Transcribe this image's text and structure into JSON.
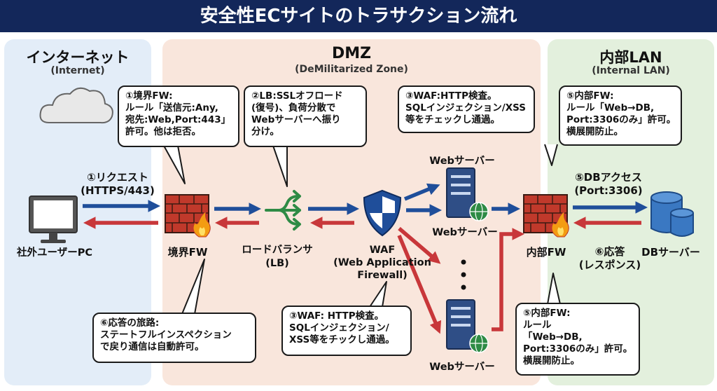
{
  "title": "安全性ECサイトのトラサクション流れ",
  "zones": {
    "internet": {
      "title": "インターネット",
      "subtitle": "(Internet)"
    },
    "dmz": {
      "title": "DMZ",
      "subtitle": "(DeMilitarized Zone)"
    },
    "lan": {
      "title": "内部LAN",
      "subtitle": "(Internal LAN)"
    }
  },
  "callouts": {
    "fw1": [
      "①境界FW:",
      "ルール「送信元:Any,",
      "宛先:Web,Port:443」",
      "許可。他は拒否。"
    ],
    "lb": [
      "②LB:SSLオフロード",
      "(復号)、負荷分散で",
      "Webサーバーへ振り",
      "分け。"
    ],
    "waf_top": [
      "③WAF:HTTP検査。",
      "SQLインジェクション/XSS",
      "等をチェックし通過。"
    ],
    "fw2_top": [
      "⑤内部FW:",
      "ルール「Web→DB,",
      "Port:3306のみ」許可。",
      "横展開防止。"
    ],
    "return": [
      "⑥応答の旅路:",
      "ステートフルインスペクション",
      "で戻り通信は自動許可。"
    ],
    "waf_bottom": [
      "③WAF: HTTP検査。",
      "SQLインジェクション/",
      "XSS等をチックし通過。"
    ],
    "fw2_bottom": [
      "⑤内部FW:",
      "ルール",
      "「Web→DB,",
      "Port:3306のみ」許可。",
      "横展開防止。"
    ]
  },
  "flows": {
    "request": [
      "①リクエスト",
      "(HTTPS/443)"
    ],
    "db_access": [
      "⑤DBアクセス",
      "(Port:3306)"
    ],
    "response": [
      "⑥応答",
      "(レスポンス)"
    ]
  },
  "nodes": {
    "client": "社外ユーザーPC",
    "fw_border": "境界FW",
    "lb": [
      "ロードバランサ",
      "(LB)"
    ],
    "waf": [
      "WAF",
      "(Web Application",
      "Firewall)"
    ],
    "web1": "Webサーバー",
    "web2": "Webサーバー",
    "web3": "Webサーバー",
    "fw_internal": "内部FW",
    "db": "DBサーバー"
  },
  "colors": {
    "title_bg": "#13275a",
    "forward_arrow": "#1f4e9a",
    "return_arrow": "#c8373a",
    "brick": "#c0392b",
    "server": "#2f4e86",
    "globe": "#2e8b45",
    "db": "#3a78c2"
  }
}
